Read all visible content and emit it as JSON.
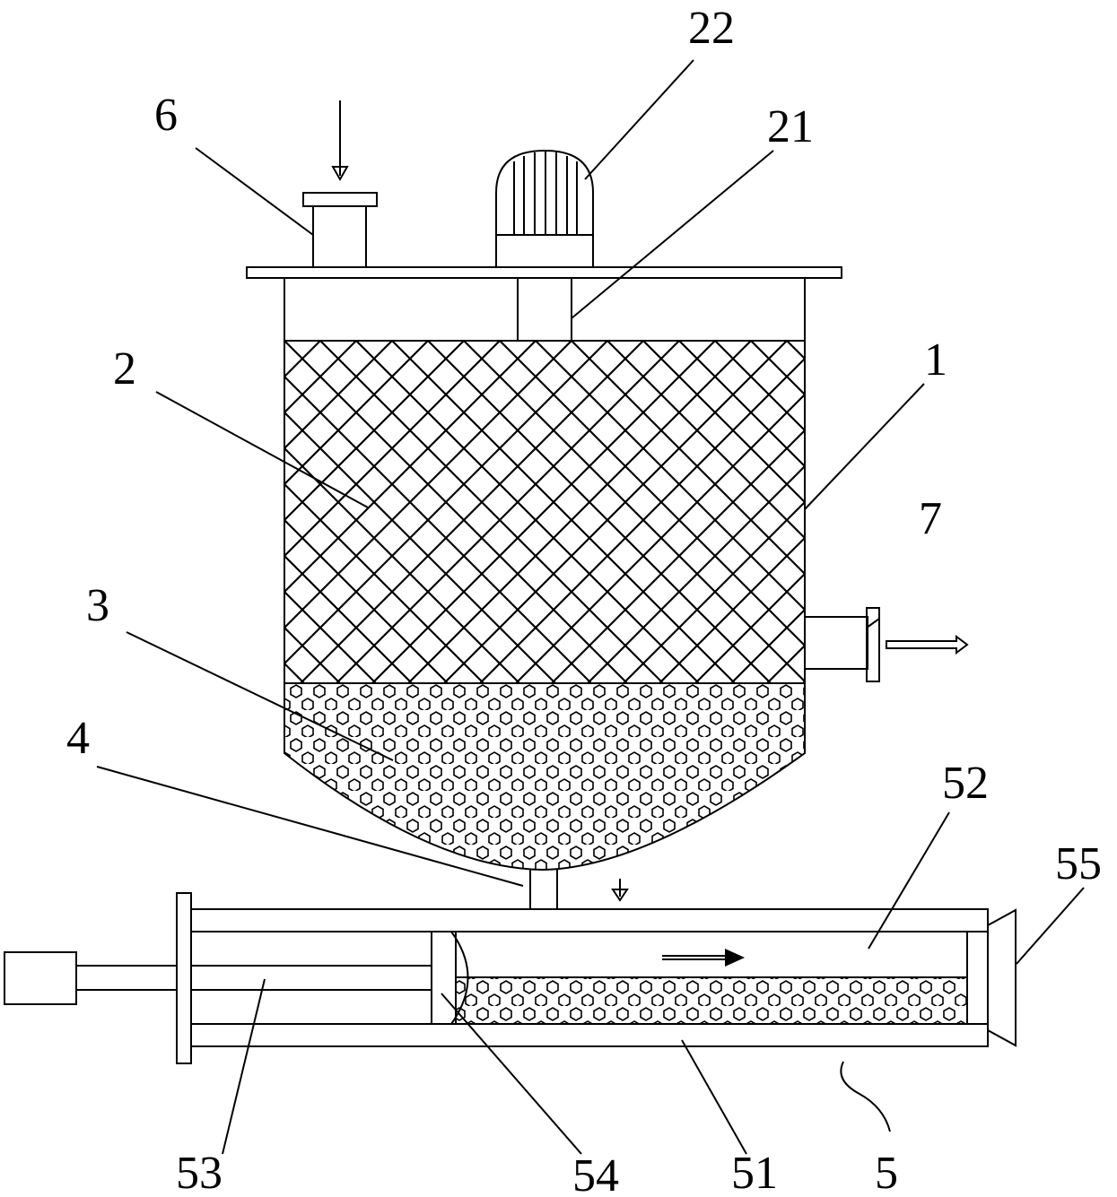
{
  "labels": {
    "l1": "1",
    "l2": "2",
    "l3": "3",
    "l4": "4",
    "l5": "5",
    "l6": "6",
    "l7": "7",
    "l21": "21",
    "l22": "22",
    "l51": "51",
    "l52": "52",
    "l53": "53",
    "l54": "54",
    "l55": "55"
  }
}
